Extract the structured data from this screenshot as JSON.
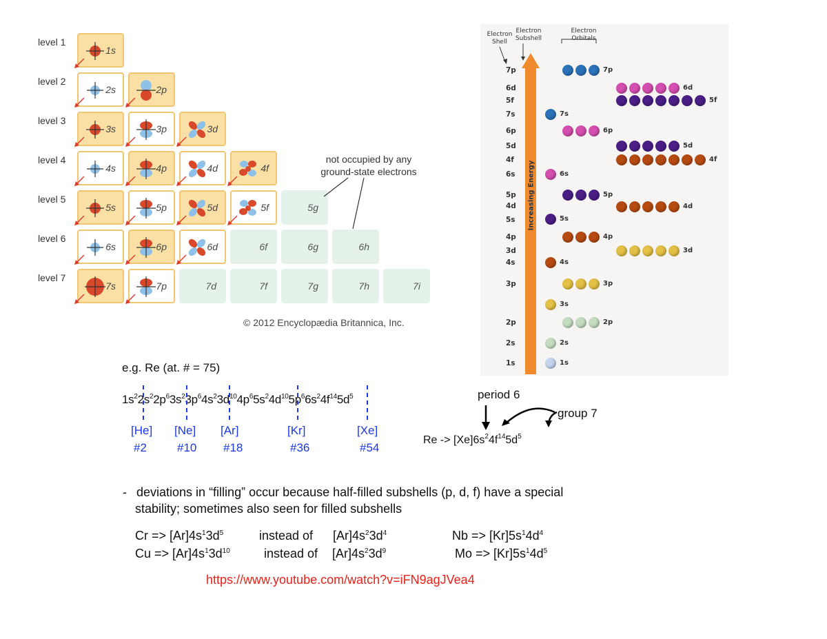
{
  "grid": {
    "levels": [
      "level 1",
      "level 2",
      "level 3",
      "level 4",
      "level 5",
      "level 6",
      "level 7"
    ],
    "cells": [
      {
        "label": "1s",
        "row": 0,
        "col": 0,
        "state": "occ-y",
        "orbital": "s-red"
      },
      {
        "label": "2s",
        "row": 1,
        "col": 0,
        "state": "occ-w",
        "orbital": "s-blue"
      },
      {
        "label": "2p",
        "row": 1,
        "col": 1,
        "state": "occ-y",
        "orbital": "p"
      },
      {
        "label": "3s",
        "row": 2,
        "col": 0,
        "state": "occ-y",
        "orbital": "s-red"
      },
      {
        "label": "3p",
        "row": 2,
        "col": 1,
        "state": "occ-w",
        "orbital": "p2"
      },
      {
        "label": "3d",
        "row": 2,
        "col": 2,
        "state": "occ-y",
        "orbital": "d"
      },
      {
        "label": "4s",
        "row": 3,
        "col": 0,
        "state": "occ-w",
        "orbital": "s-blue"
      },
      {
        "label": "4p",
        "row": 3,
        "col": 1,
        "state": "occ-y",
        "orbital": "p2"
      },
      {
        "label": "4d",
        "row": 3,
        "col": 2,
        "state": "occ-w",
        "orbital": "d"
      },
      {
        "label": "4f",
        "row": 3,
        "col": 3,
        "state": "occ-y",
        "orbital": "f"
      },
      {
        "label": "5s",
        "row": 4,
        "col": 0,
        "state": "occ-y",
        "orbital": "s-red"
      },
      {
        "label": "5p",
        "row": 4,
        "col": 1,
        "state": "occ-w",
        "orbital": "p2"
      },
      {
        "label": "5d",
        "row": 4,
        "col": 2,
        "state": "occ-y",
        "orbital": "d"
      },
      {
        "label": "5f",
        "row": 4,
        "col": 3,
        "state": "occ-w",
        "orbital": "f"
      },
      {
        "label": "5g",
        "row": 4,
        "col": 4,
        "state": "unocc",
        "orbital": ""
      },
      {
        "label": "6s",
        "row": 5,
        "col": 0,
        "state": "occ-w",
        "orbital": "s-blue"
      },
      {
        "label": "6p",
        "row": 5,
        "col": 1,
        "state": "occ-y",
        "orbital": "p2"
      },
      {
        "label": "6d",
        "row": 5,
        "col": 2,
        "state": "occ-w",
        "orbital": "d"
      },
      {
        "label": "6f",
        "row": 5,
        "col": 3,
        "state": "unocc",
        "orbital": ""
      },
      {
        "label": "6g",
        "row": 5,
        "col": 4,
        "state": "unocc",
        "orbital": ""
      },
      {
        "label": "6h",
        "row": 5,
        "col": 5,
        "state": "unocc",
        "orbital": ""
      },
      {
        "label": "7s",
        "row": 6,
        "col": 0,
        "state": "occ-y",
        "orbital": "s-big"
      },
      {
        "label": "7p",
        "row": 6,
        "col": 1,
        "state": "occ-w",
        "orbital": "p2"
      },
      {
        "label": "7d",
        "row": 6,
        "col": 2,
        "state": "unocc",
        "orbital": ""
      },
      {
        "label": "7f",
        "row": 6,
        "col": 3,
        "state": "unocc",
        "orbital": ""
      },
      {
        "label": "7g",
        "row": 6,
        "col": 4,
        "state": "unocc",
        "orbital": ""
      },
      {
        "label": "7h",
        "row": 6,
        "col": 5,
        "state": "unocc",
        "orbital": ""
      },
      {
        "label": "7i",
        "row": 6,
        "col": 6,
        "state": "unocc",
        "orbital": ""
      }
    ],
    "note_line1": "not occupied by any",
    "note_line2": "ground-state electrons",
    "credit": "© 2012 Encyclopædia Britannica, Inc."
  },
  "energy": {
    "head_shell_1": "Electron",
    "head_shell_2": "Shell",
    "head_subshell_1": "Electron",
    "head_subshell_2": "Subshell",
    "head_orbitals_1": "Electron",
    "head_orbitals_2": "Orbitals",
    "axis_label": "Increasing Energy",
    "left_labels": [
      "7p",
      "6d",
      "5f",
      "7s",
      "6p",
      "5d",
      "4f",
      "6s",
      "5p",
      "4d",
      "5s",
      "4p",
      "3d",
      "4s",
      "3p",
      "2p",
      "2s",
      "1s"
    ],
    "rows": [
      {
        "label": "7p",
        "count": 3,
        "color": "#2b72b8",
        "col": 1
      },
      {
        "label": "6d",
        "count": 5,
        "color": "#d44fb0",
        "col": 2
      },
      {
        "label": "5f",
        "count": 7,
        "color": "#4b1e86",
        "col": 2
      },
      {
        "label": "7s",
        "count": 1,
        "color": "#2b72b8",
        "col": 0
      },
      {
        "label": "6p",
        "count": 3,
        "color": "#d44fb0",
        "col": 1
      },
      {
        "label": "5d",
        "count": 5,
        "color": "#4b1e86",
        "col": 2
      },
      {
        "label": "4f",
        "count": 7,
        "color": "#b64b12",
        "col": 2
      },
      {
        "label": "6s",
        "count": 1,
        "color": "#d44fb0",
        "col": 0
      },
      {
        "label": "5p",
        "count": 3,
        "color": "#4b1e86",
        "col": 1
      },
      {
        "label": "4d",
        "count": 5,
        "color": "#b64b12",
        "col": 2
      },
      {
        "label": "5s",
        "count": 1,
        "color": "#4b1e86",
        "col": 0
      },
      {
        "label": "4p",
        "count": 3,
        "color": "#b64b12",
        "col": 1
      },
      {
        "label": "3d",
        "count": 5,
        "color": "#e3c046",
        "col": 2
      },
      {
        "label": "4s",
        "count": 1,
        "color": "#b64b12",
        "col": 0
      },
      {
        "label": "3p",
        "count": 3,
        "color": "#e3c046",
        "col": 1
      },
      {
        "label": "3s",
        "count": 1,
        "color": "#e3c046",
        "col": 0
      },
      {
        "label": "2p",
        "count": 3,
        "color": "#c5dcc1",
        "col": 1
      },
      {
        "label": "2s",
        "count": 1,
        "color": "#c5dcc1",
        "col": 0
      },
      {
        "label": "1s",
        "count": 1,
        "color": "#c3d5ef",
        "col": 0
      }
    ]
  },
  "example": {
    "title": "e.g. Re (at. # = 75)",
    "config": [
      {
        "t": "1s",
        "s": "2"
      },
      {
        "t": "2s",
        "s": "2"
      },
      {
        "t": "2p",
        "s": "6"
      },
      {
        "t": "3s",
        "s": "2"
      },
      {
        "t": "3p",
        "s": "6"
      },
      {
        "t": "4s",
        "s": "2"
      },
      {
        "t": "3d",
        "s": "10"
      },
      {
        "t": "4p",
        "s": "6"
      },
      {
        "t": "5s",
        "s": "2"
      },
      {
        "t": "4d",
        "s": "10"
      },
      {
        "t": "5p",
        "s": "6"
      },
      {
        "t": "6s",
        "s": "2"
      },
      {
        "t": "4f",
        "s": "14"
      },
      {
        "t": "5d",
        "s": "5"
      }
    ],
    "nobles": [
      {
        "core": "[He]",
        "num": "#2"
      },
      {
        "core": "[Ne]",
        "num": "#10"
      },
      {
        "core": "[Ar]",
        "num": "#18"
      },
      {
        "core": "[Kr]",
        "num": "#36"
      },
      {
        "core": "[Xe]",
        "num": "#54"
      }
    ],
    "period": "period 6",
    "group": "group 7",
    "short_prefix": "Re -> [Xe]6s",
    "short_sup1": "2",
    "short_mid1": "4f",
    "short_sup2": "14",
    "short_mid2": "5d",
    "short_sup3": "5"
  },
  "notes": {
    "bullet": "-",
    "line1": "deviations in “filling” occur because half-filled subshells (p, d, f) have a special",
    "line2": "stability; sometimes also seen for filled subshells",
    "cr_a": "Cr => [Ar]4s",
    "cr_a_s1": "1",
    "cr_a_m": "3d",
    "cr_a_s2": "5",
    "cr_mid": "instead of",
    "cr_b": "[Ar]4s",
    "cr_b_s1": "2",
    "cr_b_m": "3d",
    "cr_b_s2": "4",
    "cu_a": "Cu => [Ar]4s",
    "cu_a_s1": "1",
    "cu_a_m": "3d",
    "cu_a_s2": "10",
    "cu_mid": "instead of",
    "cu_b": "[Ar]4s",
    "cu_b_s1": "2",
    "cu_b_m": "3d",
    "cu_b_s2": "9",
    "nb": "Nb => [Kr]5s",
    "nb_s1": "1",
    "nb_m": "4d",
    "nb_s2": "4",
    "mo": "Mo => [Kr]5s",
    "mo_s1": "1",
    "mo_m": "4d",
    "mo_s2": "5",
    "link": "https://www.youtube.com/watch?v=iFN9agJVea4"
  }
}
